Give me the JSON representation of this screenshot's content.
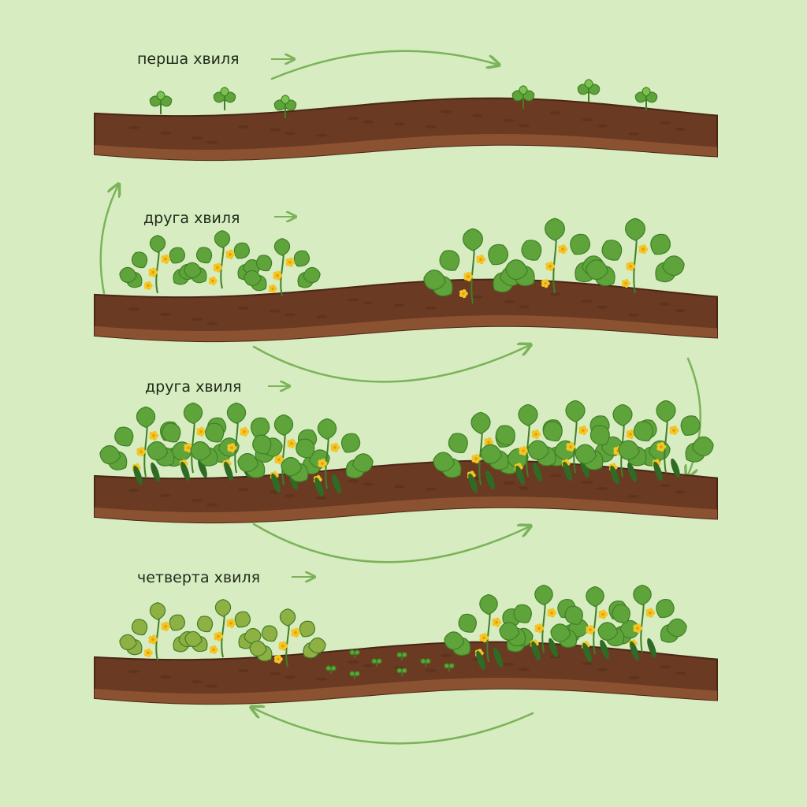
{
  "waves": [
    {
      "label": "перша хвиля",
      "stage": "seedling"
    },
    {
      "label": "друга хвиля",
      "stage": "flowering"
    },
    {
      "label": "друга хвиля",
      "stage": "fruiting"
    },
    {
      "label": "четверта хвиля",
      "stage": "mixed"
    }
  ],
  "icons": {
    "label_arrow": "right-arrow-icon",
    "cycle_arrow": "curved-arrow-icon"
  },
  "colors": {
    "background": "#d8ecc1",
    "soil_top": "#6b3a22",
    "soil_bottom": "#8a5230",
    "soil_edge": "#4a2616",
    "arrow": "#7bb35a",
    "leaf": "#5fa43a",
    "leaf_dark": "#3f7f27",
    "flower": "#f3c623",
    "cucumber": "#2f6b24"
  }
}
